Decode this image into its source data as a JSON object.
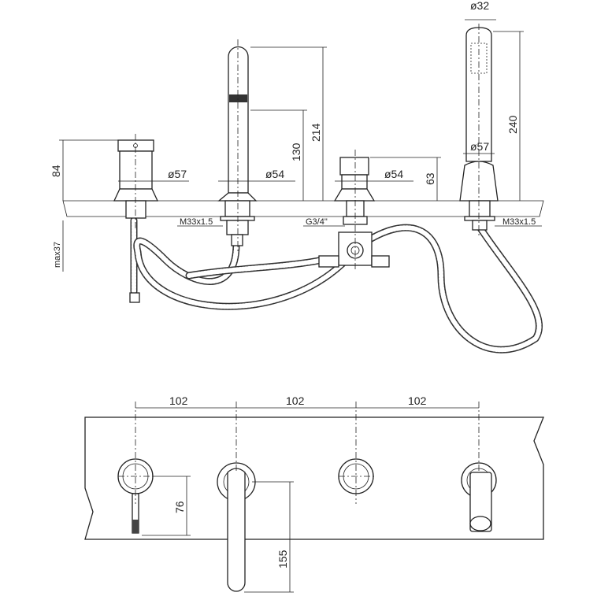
{
  "side_view": {
    "dim_handshower_dia": "ø32",
    "dim_handshower_height": "240",
    "dim_handshower_base_dia": "ø57",
    "dim_spout_height": "214",
    "dim_spout_outlet": "130",
    "dim_spout_dia": "ø54",
    "dim_mixer_height": "84",
    "dim_mixer_dia": "ø57",
    "dim_diverter_height": "63",
    "dim_diverter_dia": "ø54",
    "thread_spout": "M33x1.5",
    "thread_diverter": "G3/4\"",
    "thread_handshower": "M33x1.5",
    "dim_deck_max": "max37"
  },
  "top_view": {
    "spacing": [
      "102",
      "102",
      "102"
    ],
    "dim_lever": "76",
    "dim_spout_reach": "155"
  }
}
